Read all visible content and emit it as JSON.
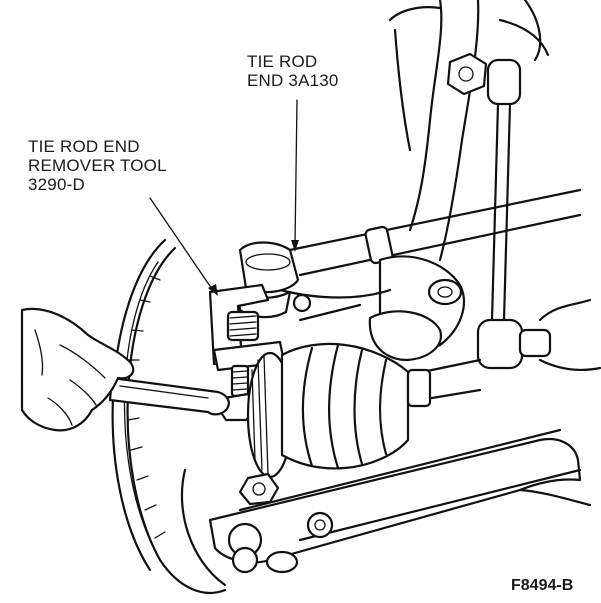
{
  "callouts": {
    "tie_rod_end": {
      "line1": "TIE ROD",
      "line2": "END 3A130"
    },
    "remover_tool": {
      "line1": "TIE ROD END",
      "line2": "REMOVER TOOL",
      "line3": "3290-D"
    }
  },
  "figure_id": "F8494-B",
  "colors": {
    "ink": "#111111",
    "paper": "#ffffff"
  }
}
